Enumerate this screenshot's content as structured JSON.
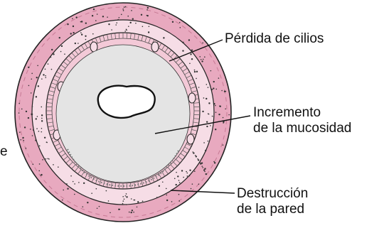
{
  "labels": {
    "cilios": "Pérdida de cilios",
    "mucosidad_line1": "Incremento",
    "mucosidad_line2": "de la mucosidad",
    "pared_line1": "Destrucción",
    "pared_line2": "de la pared",
    "cut_off_edge": "e"
  },
  "colors": {
    "outer_wall": "#e8a9bf",
    "middle_layer": "#f6dde6",
    "epithelium": "#f3c9d7",
    "mucus": "#e4e4e4",
    "lumen": "#ffffff",
    "outline": "#222222"
  }
}
